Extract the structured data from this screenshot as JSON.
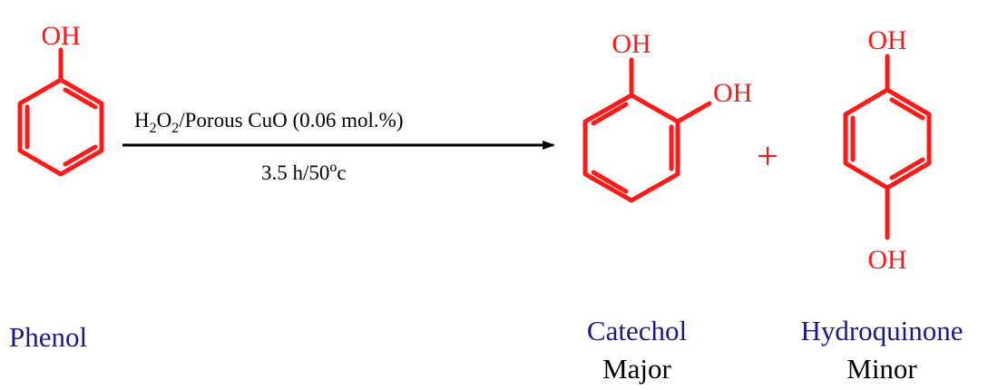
{
  "colors": {
    "structure": "#ff1a1a",
    "names": "#1a1a8c",
    "text": "#000000",
    "arrow": "#000000"
  },
  "reactant": {
    "substituent": "OH",
    "name": "Phenol"
  },
  "conditions": {
    "reagent_h": "H",
    "reagent_h_sub": "2",
    "reagent_o": "O",
    "reagent_o_sub": "2",
    "reagent_rest": "/Porous CuO (0.06 mol.%)",
    "time_temp": "3.5 h/50",
    "degree": "o",
    "temp_unit": "c"
  },
  "products": [
    {
      "substituent_1": "OH",
      "substituent_2": "OH",
      "name": "Catechol",
      "role": "Major"
    },
    {
      "substituent_1": "OH",
      "substituent_2": "OH",
      "name": "Hydroquinone",
      "role": "Minor"
    }
  ],
  "plus_sign": "+"
}
